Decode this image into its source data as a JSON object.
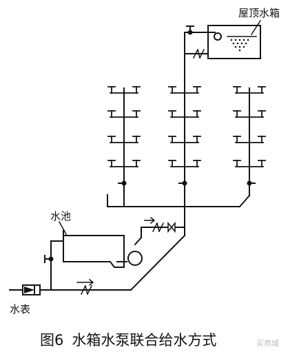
{
  "labels": {
    "roof_tank": "屋顶水箱",
    "pool": "水池",
    "water_meter": "水表"
  },
  "caption": {
    "figure_no": "图6",
    "title": "水箱水泵联合给水方式"
  },
  "watermark": "买商城",
  "colors": {
    "line": "#111111",
    "background": "#ffffff",
    "watermark": "#bdbdbd"
  }
}
